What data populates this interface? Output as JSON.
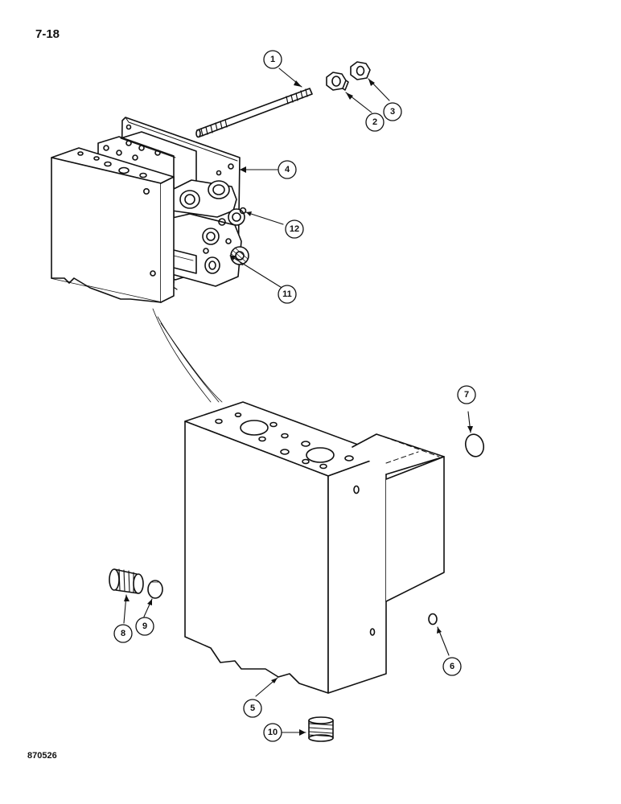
{
  "page": {
    "number": "7-18",
    "figure_code": "870526"
  },
  "callouts": [
    {
      "id": "callout-1",
      "label": "1"
    },
    {
      "id": "callout-2",
      "label": "2"
    },
    {
      "id": "callout-3",
      "label": "3"
    },
    {
      "id": "callout-4",
      "label": "4"
    },
    {
      "id": "callout-5",
      "label": "5"
    },
    {
      "id": "callout-6",
      "label": "6"
    },
    {
      "id": "callout-7",
      "label": "7"
    },
    {
      "id": "callout-8",
      "label": "8"
    },
    {
      "id": "callout-9",
      "label": "9"
    },
    {
      "id": "callout-10",
      "label": "10"
    },
    {
      "id": "callout-11",
      "label": "11"
    },
    {
      "id": "callout-12",
      "label": "12"
    }
  ]
}
